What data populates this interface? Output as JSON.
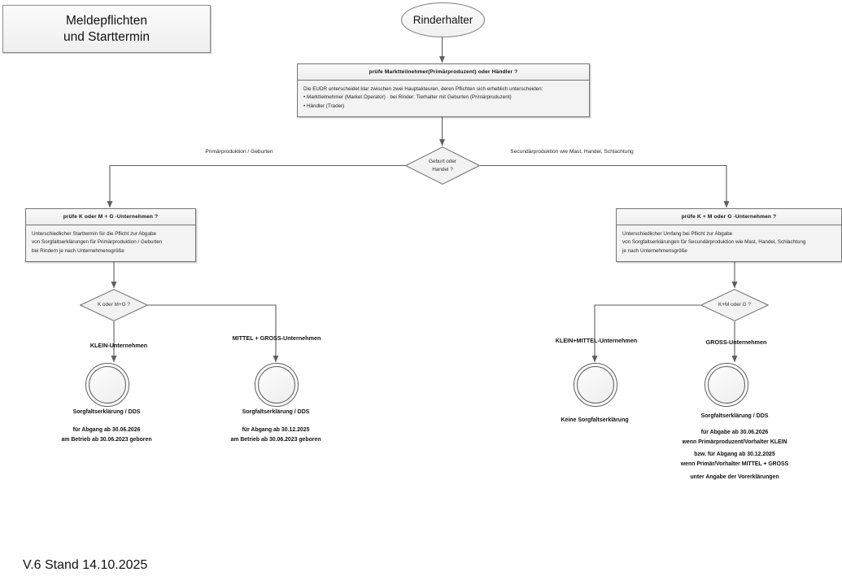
{
  "title_panel": {
    "line1": "Meldepflichten",
    "line2": "und Starttermin"
  },
  "start": {
    "label": "Rinderhalter"
  },
  "box_market": {
    "header": "prüfe Marktteilnehmer(Primärproduzent) oder Händler ?",
    "body": [
      "Die EUDR unterscheidet klar zwischen zwei Hauptakteuren, deren Pflichten sich erheblich unterscheiden:",
      "• Marktteilnehmer (Market Operator)  ·  bei Rinder: Tierhalter mit Geburten (Primärproduzent)",
      "• Händler (Trader)"
    ]
  },
  "decision_top": {
    "line1": "Geburt oder",
    "line2": "Handel ?",
    "edge_left": "Primärproduktion / Geburten",
    "edge_right": "Secundärproduktion wie Mast, Handel, Schlachtung"
  },
  "box_left": {
    "header": "prüfe K oder M + G -Unternehmen ?",
    "body": [
      "Unterschiedlicher Starttermin für die Pflicht zur Abgabe",
      "von Sorgfaltserklärungen für Primärproduktion / Geburten",
      "bei Rindern je nach Unternehmensgröße"
    ]
  },
  "box_right": {
    "header": "prüfe K + M oder G -Unternehmen ?",
    "body": [
      "Unterschiedlicher Umfang bei Pflicht zur Abgabe",
      "von Sorgfaltserklärungen für Secundärproduktion wie Mast, Handel, Schlachtung",
      "je nach Unternehmensgröße"
    ]
  },
  "decision_left": {
    "label": "K oder M+G ?",
    "branch_a": "KLEIN-Unternehmen",
    "branch_b": "MITTEL + GROSS-Unternehmen"
  },
  "decision_right": {
    "label": "K+M oder G ?",
    "branch_a": "KLEIN+MITTEL-Unternehmen",
    "branch_b": "GROSS-Unternehmen"
  },
  "outcome_klein": {
    "title": "Sorgfaltserklärung / DDS",
    "lines": [
      "für Abgang ab 30.06.2026",
      "am Betrieb ab 30.06.2023 geboren"
    ]
  },
  "outcome_mittel": {
    "title": "Sorgfaltserklärung / DDS",
    "lines": [
      "für Abgang ab 30.12.2025",
      "am Betrieb ab 30.06.2023 geboren"
    ]
  },
  "outcome_kleinmittel": {
    "title": "Keine Sorgfaltserklärung",
    "lines": []
  },
  "outcome_gross": {
    "title": "Sorgfaltserklärung / DDS",
    "lines": [
      "für Abgabe ab 30.06.2026",
      "wenn Primärproduzent/Vorhalter KLEIN",
      "bzw. für Abgang ab 30.12.2025",
      "wenn Primär/Vorhalter MITTEL + GROSS",
      "unter Angabe der Vorerklärungen"
    ]
  },
  "footer": {
    "version": "V.6 Stand 14.10.2025"
  },
  "colors": {
    "stroke": "#5e5e5e",
    "box_fill": "#f3f3f3",
    "header_fill": "#f7f7f7",
    "page_bg": "#ffffff"
  }
}
